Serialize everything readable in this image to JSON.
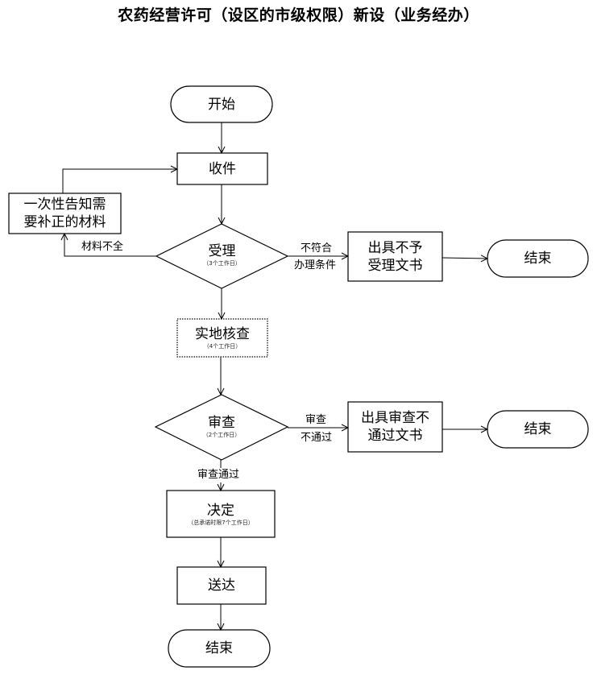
{
  "title": "农药经营许可（设区的市级权限）新设（业务经办）",
  "nodes": {
    "start": {
      "label": "开始"
    },
    "receive": {
      "label": "收件"
    },
    "supplement_notice": {
      "line1": "一次性告知需",
      "line2": "要补正的材料"
    },
    "accept": {
      "label": "受理",
      "sub": "（3个工作日）"
    },
    "reject_accept_doc": {
      "line1": "出具不予",
      "line2": "受理文书"
    },
    "end_1": {
      "label": "结束"
    },
    "site_inspection": {
      "label": "实地核查",
      "sub": "（4个工作日）"
    },
    "review": {
      "label": "审查",
      "sub": "（2个工作日）"
    },
    "review_fail_doc": {
      "line1": "出具审查不",
      "line2": "通过文书"
    },
    "end_2": {
      "label": "结束"
    },
    "decision": {
      "label": "决定",
      "sub": "（总承诺时限7个工作日）"
    },
    "delivery": {
      "label": "送达"
    },
    "end_3": {
      "label": "结束"
    }
  },
  "edge_labels": {
    "incomplete_materials": "材料不全",
    "not_qualified_line1": "不符合",
    "not_qualified_line2": "办理条件",
    "review_fail_line1": "审查",
    "review_fail_line2": "不通过",
    "review_pass": "审查通过"
  }
}
